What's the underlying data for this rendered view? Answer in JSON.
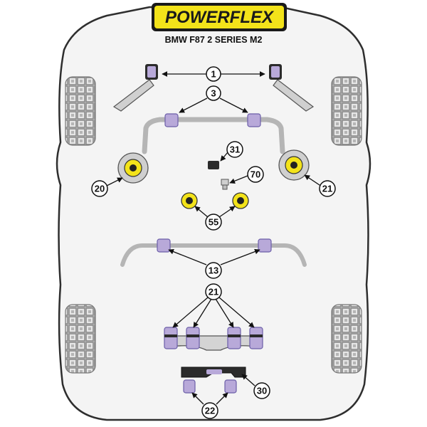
{
  "brand": {
    "logo_text": "POWERFLEX"
  },
  "model": "BMW F87 2 SERIES M2",
  "colors": {
    "bushing": "#b8a9d9",
    "bushing_dark": "#8f7fbf",
    "yellow": "#f5e61c",
    "chassis_fill": "#f2f2f2",
    "chassis_stroke": "#333333",
    "part_grey": "#cfcfcf",
    "tyre": "#cccccc"
  },
  "callouts": {
    "c1": "1",
    "c3": "3",
    "c31": "31",
    "c20": "20",
    "c21a": "21",
    "c70": "70",
    "c55": "55",
    "c13": "13",
    "c21b": "21",
    "c30": "30",
    "c22": "22"
  }
}
